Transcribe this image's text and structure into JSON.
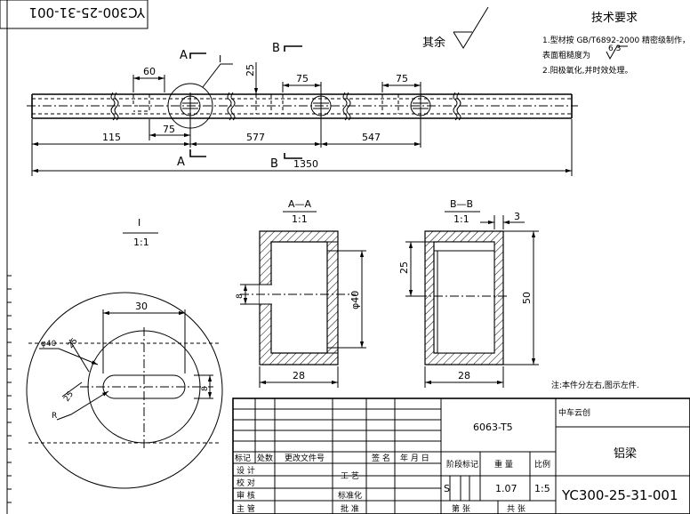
{
  "drawing_number": "YC300-25-31-001",
  "tech_requirements": {
    "title": "技术要求",
    "line1": "1.型材按  GB/T6892-2000 精密级制作，",
    "line2": "表面粗糙度为",
    "roughness_value": "6.3",
    "line3": "2.阳极氧化,并时效处理。"
  },
  "other_surfaces": {
    "label": "其余"
  },
  "main_view": {
    "section_a": "A",
    "section_b": "B",
    "detail_label": "I",
    "dims": {
      "hole_width": "60",
      "hole_offset": "75",
      "height": "25",
      "slot_spacing_b": "75",
      "slot_spacing_c": "75",
      "first_pos": "115",
      "second_pos": "577",
      "third_pos": "547",
      "total_length": "1350"
    }
  },
  "detail_view": {
    "label": "I",
    "scale": "1:1",
    "dim_slot_length": "30",
    "dim_circle": "φ40",
    "dim_25": "25",
    "dim_r": "R",
    "dim_slot_width": "8"
  },
  "section_aa": {
    "label": "A—A",
    "scale": "1:1",
    "dim_width": "28",
    "dim_height": "φ40",
    "dim_hole": "8"
  },
  "section_bb": {
    "label": "B—B",
    "scale": "1:1",
    "dim_width": "28",
    "dim_wall": "3",
    "dim_inner": "25",
    "dim_height": "50"
  },
  "note": "注:本件分左右,图示左件.",
  "title_block": {
    "material": "6063-T5",
    "company": "中车云创",
    "part_name": "铝梁",
    "drawing_no": "YC300-25-31-001",
    "col_marks": "标记",
    "col_count": "处数",
    "col_doc": "更改文件号",
    "col_sign": "签  名",
    "col_date": "年 月 日",
    "stage_mark": "阶段标记",
    "weight_label": "重  量",
    "scale_label": "比例",
    "stage_s": "S",
    "weight_value": "1.07",
    "scale_value": "1:5",
    "design": "设 计",
    "draw": "校 对",
    "check": "审 核",
    "approve": "主 管",
    "process": "工 艺",
    "std": "标准化",
    "ratify": "批 准",
    "sheet_label": "第    张",
    "total_label": "共    张"
  }
}
